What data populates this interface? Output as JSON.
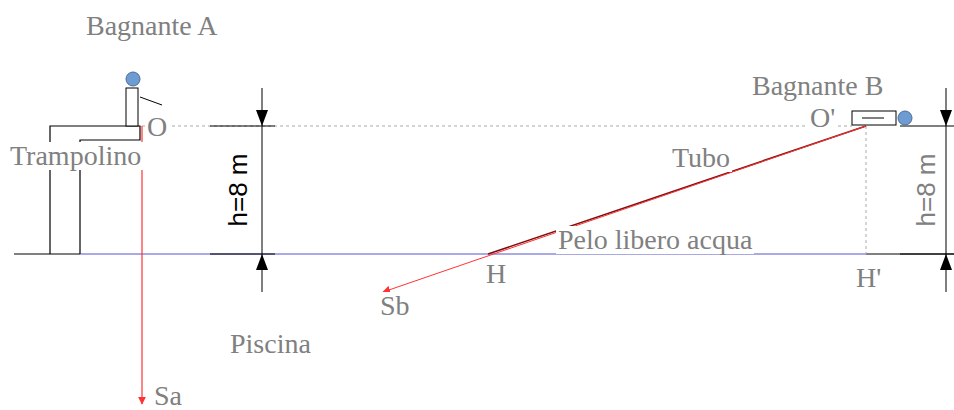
{
  "diagram": {
    "labels": [
      "Bagnante A",
      "O",
      "Trampolino",
      "h=8 m",
      "Bagnante B",
      "O'",
      "Tubo",
      "h=8 m",
      "Pelo libero acqua",
      "H",
      "H'",
      "Sb",
      "Piscina",
      "Sa"
    ]
  }
}
